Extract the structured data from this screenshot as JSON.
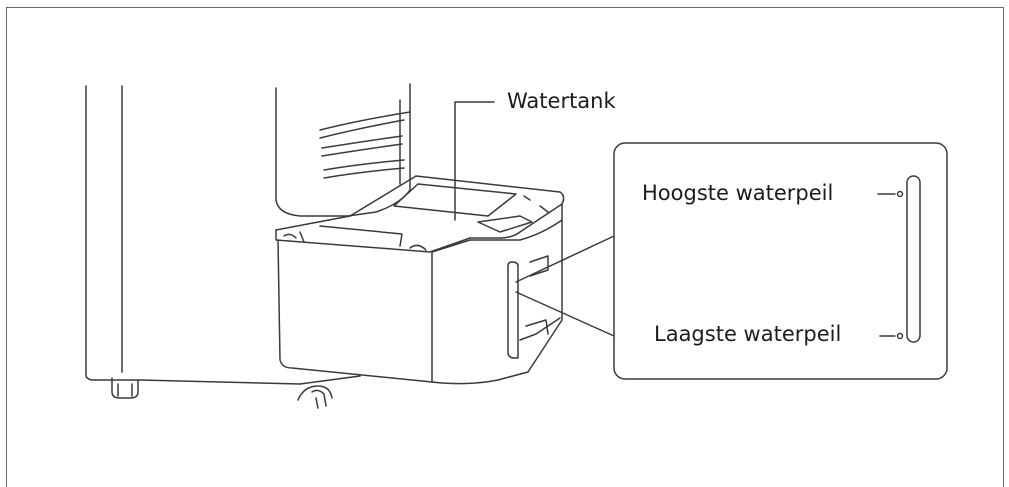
{
  "labels": {
    "watertank": "Watertank",
    "highest_level": "Hoogste waterpeil",
    "lowest_level": "Laagste waterpeil"
  },
  "colors": {
    "line": "#3a3a3a",
    "frame": "#6a6a6a",
    "background": "#ffffff"
  }
}
